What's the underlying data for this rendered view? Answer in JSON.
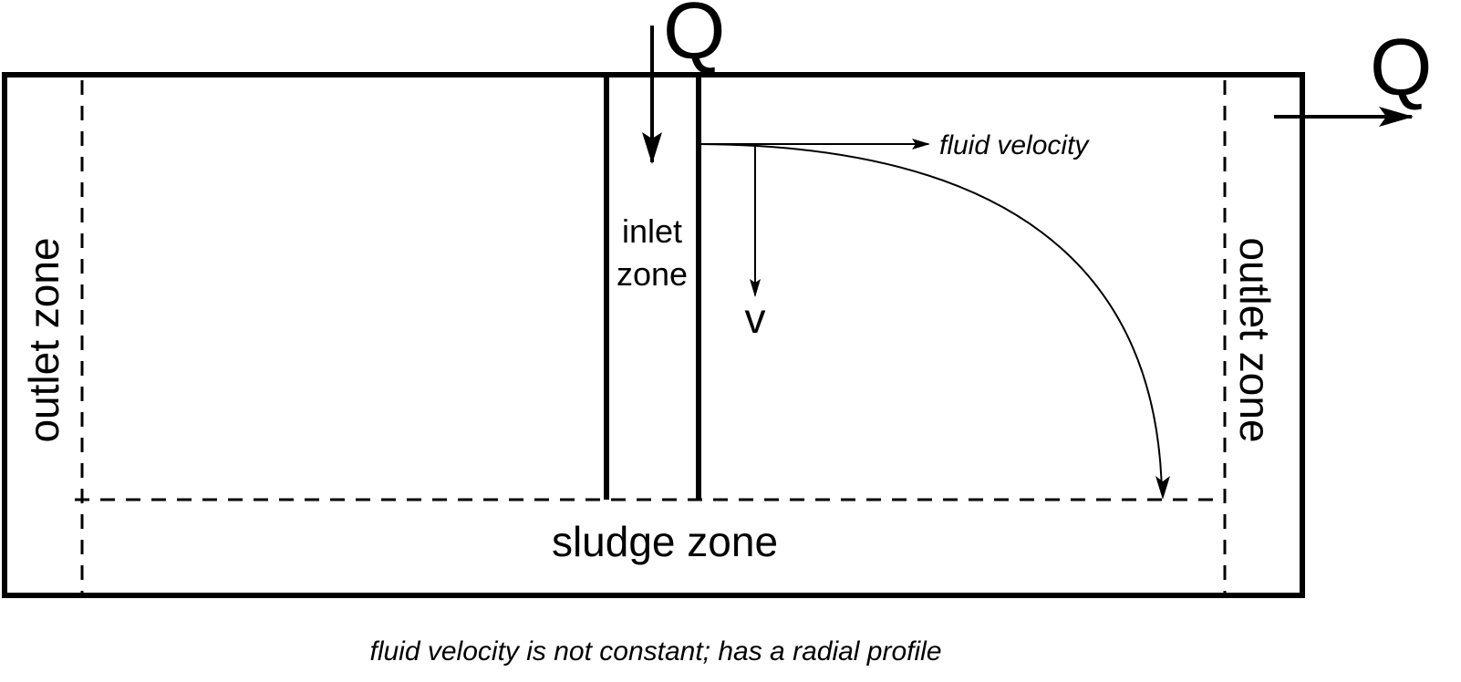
{
  "labels": {
    "q_inlet": "Q",
    "q_outlet": "Q",
    "inlet_zone_line1": "inlet",
    "inlet_zone_line2": "zone",
    "fluid_velocity": "fluid velocity",
    "settling_velocity": "v",
    "outlet_zone_left": "outlet zone",
    "outlet_zone_right": "outlet zone",
    "sludge_zone": "sludge zone",
    "caption": "fluid velocity is not constant; has a radial profile"
  },
  "colors": {
    "stroke": "#000000",
    "background": "#ffffff"
  }
}
